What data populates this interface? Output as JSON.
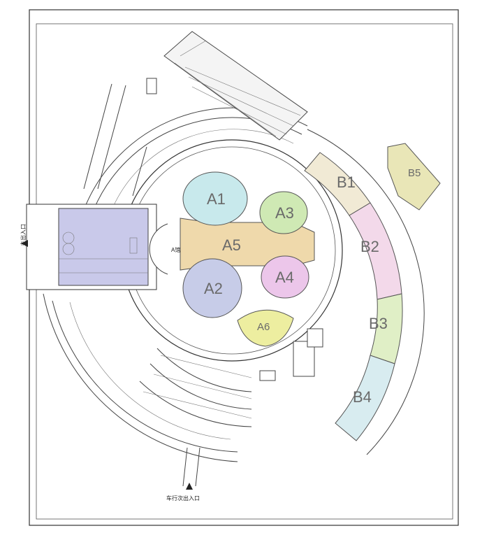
{
  "zones": {
    "a1": {
      "label": "A1",
      "color": "#c8e9ec"
    },
    "a2": {
      "label": "A2",
      "color": "#c7cce8"
    },
    "a3": {
      "label": "A3",
      "color": "#cfe9b4"
    },
    "a4": {
      "label": "A4",
      "color": "#ecc6ea"
    },
    "a5": {
      "label": "A5",
      "color": "#efd9ab"
    },
    "a6": {
      "label": "A6",
      "color": "#edeea0"
    },
    "b1": {
      "label": "B1",
      "color": "#f1ead5"
    },
    "b2": {
      "label": "B2",
      "color": "#f3d9ea"
    },
    "b3": {
      "label": "B3",
      "color": "#e0efc6"
    },
    "b4": {
      "label": "B4",
      "color": "#d8ecf0"
    },
    "b5": {
      "label": "B5",
      "color": "#e9e6b7"
    },
    "west_hall": {
      "color": "#c9c9ea"
    }
  },
  "labels": {
    "a_hall": "A馆",
    "west_entrance": "主出入口",
    "south_entrance": "车行次出入口"
  }
}
